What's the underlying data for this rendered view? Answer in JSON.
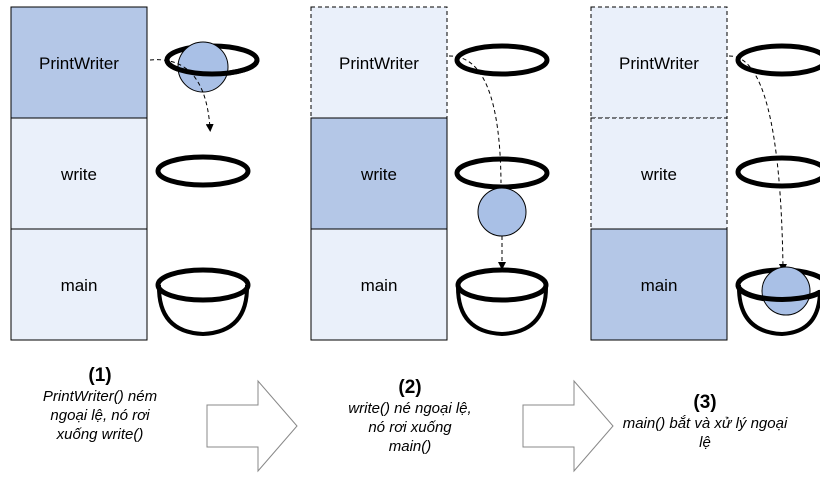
{
  "colors": {
    "active_frame": "#B4C7E7",
    "inactive_frame": "#EAF0FA",
    "ball_fill": "#A9C0E6",
    "outline": "#000000"
  },
  "stages": [
    {
      "frames": [
        "PrintWriter",
        "write",
        "main"
      ],
      "active_frame": "PrintWriter",
      "number": "(1)",
      "description": "PrintWriter() ném ngoại lệ, nó rơi xuống write()"
    },
    {
      "frames": [
        "PrintWriter",
        "write",
        "main"
      ],
      "active_frame": "write",
      "number": "(2)",
      "description": "write() né ngoại lệ, nó rơi xuống main()"
    },
    {
      "frames": [
        "PrintWriter",
        "write",
        "main"
      ],
      "active_frame": "main",
      "number": "(3)",
      "description": "main() bắt và xử lý ngoại lệ"
    }
  ],
  "icons": {
    "ring": "ring-hoop-icon",
    "basket": "basket-net-icon",
    "ball": "exception-ball-icon",
    "arrow": "right-block-arrow-icon"
  }
}
